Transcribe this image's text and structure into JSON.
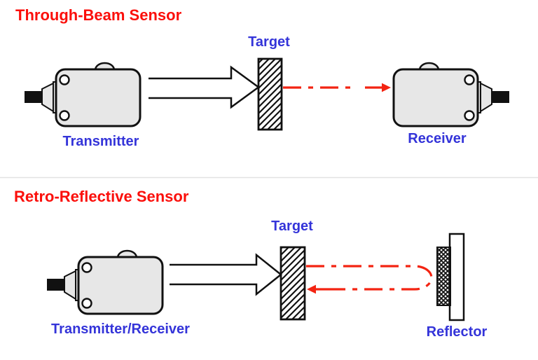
{
  "colors": {
    "heading_red": "#fb0f0b",
    "label_blue": "#3434d9",
    "beam_red": "#f32412",
    "device_fill": "#e7e7e7",
    "outline_black": "#111111",
    "divider_gray": "#e2e2e2",
    "page_bg": "#ffffff"
  },
  "through_beam": {
    "title": "Through-Beam Sensor",
    "transmitter_label": "Transmitter",
    "target_label": "Target",
    "receiver_label": "Receiver"
  },
  "retro_reflective": {
    "title": "Retro-Reflective Sensor",
    "transceiver_label": "Transmitter/Receiver",
    "target_label": "Target",
    "reflector_label": "Reflector"
  }
}
